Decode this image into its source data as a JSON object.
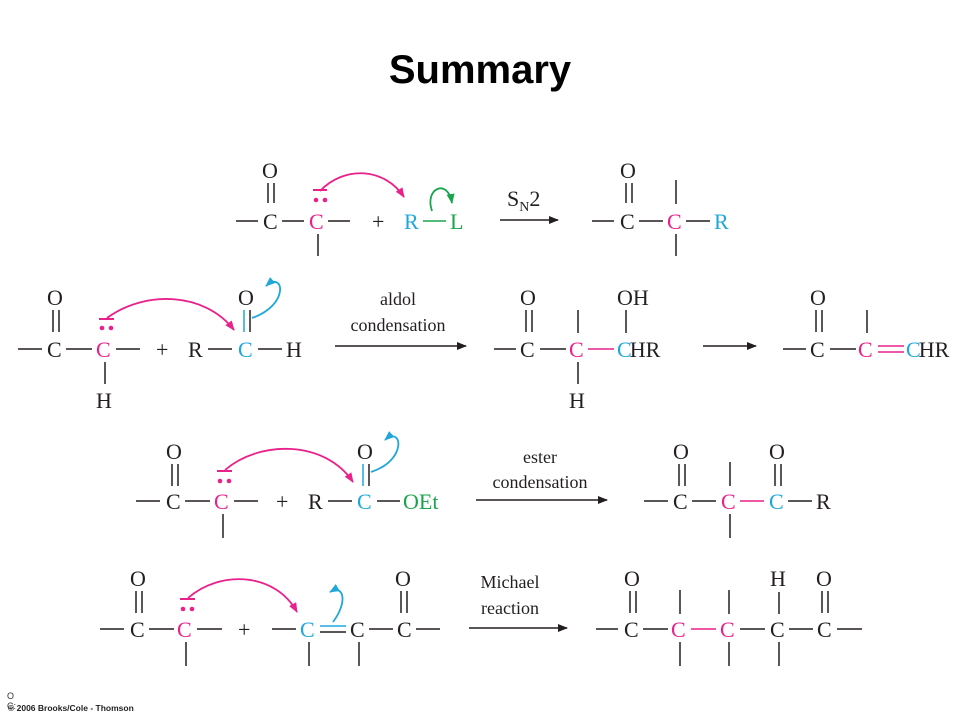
{
  "title": "Summary",
  "credit": "© 2006 Brooks/Cole - Thomson",
  "corner_marks": [
    "O",
    "C:"
  ],
  "colors": {
    "nucleophile": "#e8218b",
    "electrophile": "#20a7d9",
    "leaving_group": "#19a54b",
    "text": "#231f20"
  },
  "reactions": {
    "sn2": {
      "label_main": "S",
      "label_sub": "N",
      "label_end": "2",
      "leaving_group": "L",
      "R": "R"
    },
    "aldol": {
      "label_line1": "aldol",
      "label_line2": "condensation",
      "product_group": "CHR",
      "hydroxyl": "OH",
      "alkene_end": "CHR",
      "H": "H"
    },
    "ester": {
      "label_line1": "ester",
      "label_line2": "condensation",
      "ester_group": "OEt",
      "R": "R"
    },
    "michael": {
      "label_line1": "Michael",
      "label_line2": "reaction",
      "H": "H"
    }
  },
  "atoms": {
    "C": "C",
    "O": "O",
    "R": "R",
    "H": "H",
    "plus": "+"
  }
}
